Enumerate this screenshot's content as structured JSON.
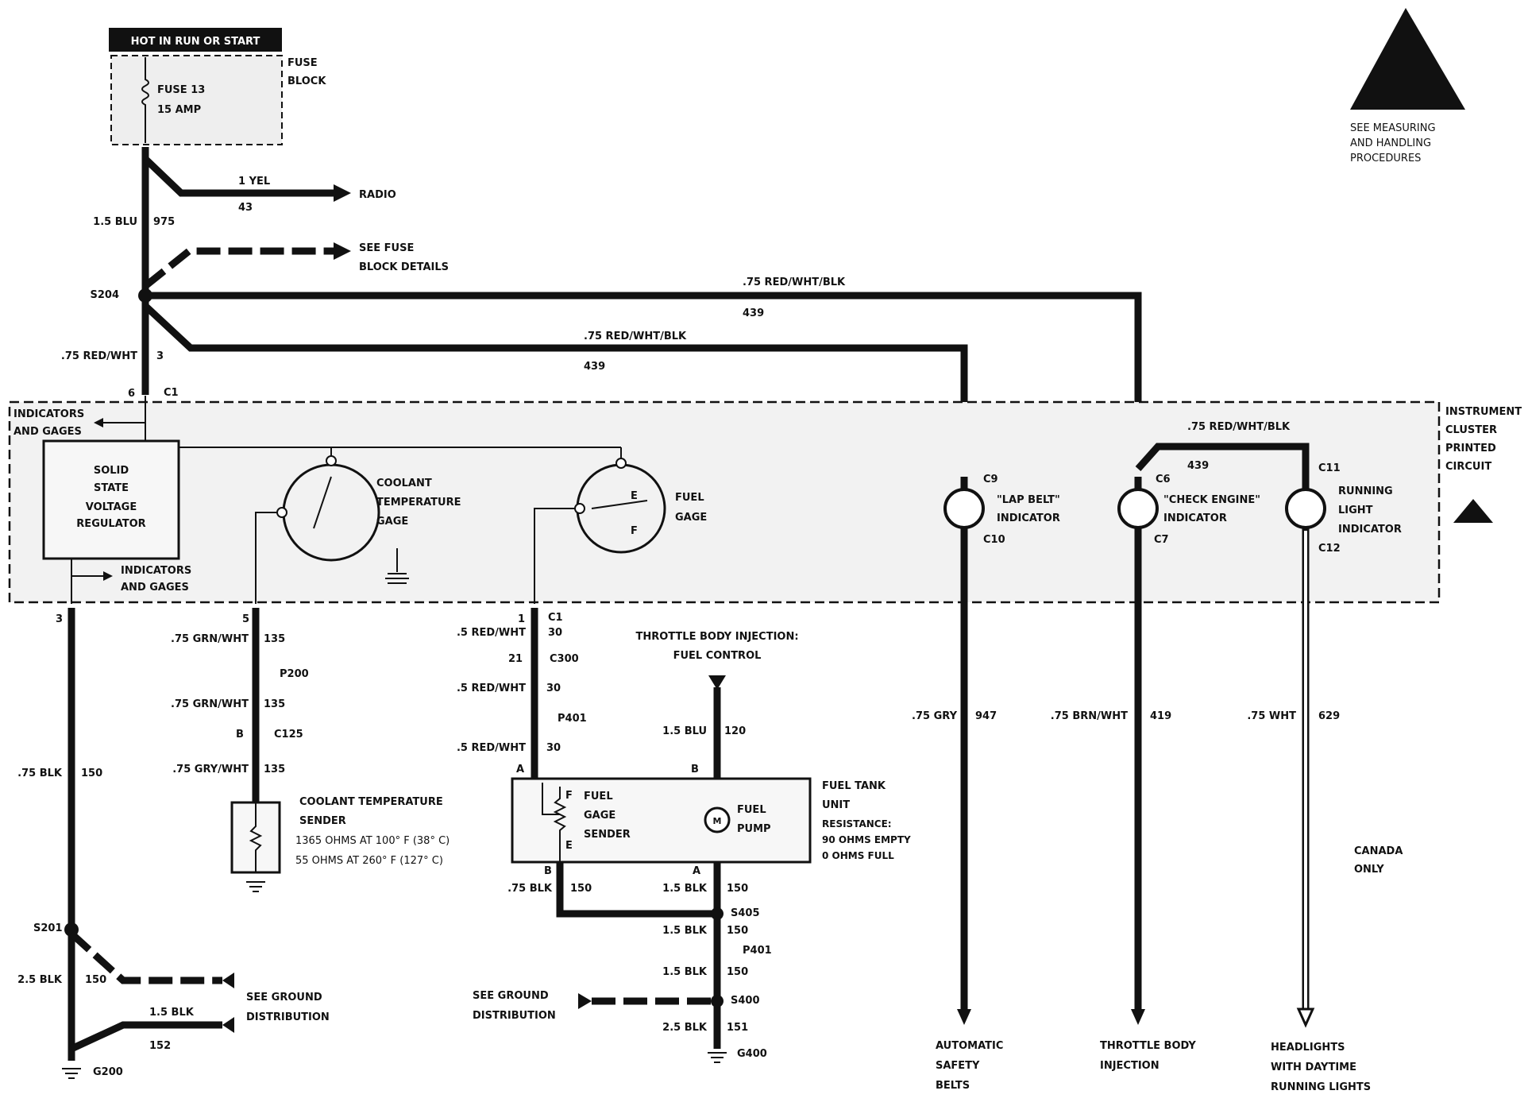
{
  "top": {
    "hot_label": "HOT IN RUN OR START",
    "fuse_block": [
      "FUSE",
      "BLOCK"
    ],
    "fuse_name": "FUSE 13",
    "fuse_rating": "15 AMP",
    "esd_note": [
      "SEE MEASURING",
      "AND HANDLING",
      "PROCEDURES"
    ]
  },
  "feed": {
    "wire_main": "1.5 BLU",
    "circuit_main": "975",
    "radio_wire": "1 YEL",
    "radio_circuit": "43",
    "radio_label": "RADIO",
    "fuse_details": [
      "SEE FUSE",
      "BLOCK DETAILS"
    ],
    "splice": "S204",
    "wire_upper": ".75 RED/WHT/BLK",
    "circuit_upper": "439",
    "wire_lower": ".75 RED/WHT/BLK",
    "circuit_lower": "439",
    "wire_to_c1": ".75 RED/WHT",
    "circuit_to_c1": "3",
    "c1_pin": "6",
    "c1": "C1"
  },
  "cluster": {
    "label": [
      "INSTRUMENT",
      "CLUSTER",
      "PRINTED",
      "CIRCUIT"
    ],
    "ind_gages_top": [
      "INDICATORS",
      "AND GAGES"
    ],
    "ind_gages_bottom": [
      "INDICATORS",
      "AND GAGES"
    ],
    "regulator": [
      "SOLID",
      "STATE",
      "VOLTAGE",
      "REGULATOR"
    ],
    "coolant_gage": [
      "COOLANT",
      "TEMPERATURE",
      "GAGE"
    ],
    "fuel_gage": [
      "FUEL",
      "GAGE"
    ],
    "lap_belt": {
      "top": "C9",
      "label": [
        "\"LAP BELT\"",
        "INDICATOR"
      ],
      "bottom": "C10"
    },
    "check_engine": {
      "top": "C6",
      "label": [
        "\"CHECK ENGINE\"",
        "INDICATOR"
      ],
      "bottom": "C7"
    },
    "running_light": {
      "top": "C11",
      "label": [
        "RUNNING",
        "LIGHT",
        "INDICATOR"
      ],
      "bottom": "C12"
    },
    "inner_wire": ".75 RED/WHT/BLK",
    "inner_circuit": "439",
    "fuel_e": "E",
    "fuel_f": "F"
  },
  "ground_branch": {
    "pin": "3",
    "wire": ".75 BLK",
    "circuit": "150",
    "splice": "S201",
    "wire2": "2.5 BLK",
    "circuit2": "150",
    "wire3": "1.5 BLK",
    "circuit3": "152",
    "see_ground": [
      "SEE GROUND",
      "DISTRIBUTION"
    ],
    "ground": "G200"
  },
  "coolant_branch": {
    "pin": "5",
    "wire1": ".75 GRN/WHT",
    "circuit1": "135",
    "p200": "P200",
    "wire2": ".75 GRN/WHT",
    "circuit2": "135",
    "pin_b": "B",
    "c125": "C125",
    "wire3": ".75 GRY/WHT",
    "circuit3": "135",
    "sender": [
      "COOLANT TEMPERATURE",
      "SENDER"
    ],
    "spec1": "1365 OHMS AT 100° F (38° C)",
    "spec2": "55 OHMS AT 260° F (127° C)"
  },
  "fuel_branch": {
    "pin1": "1",
    "c1": "C1",
    "c1_pin": "30",
    "wire1": ".5 RED/WHT",
    "pin21": "21",
    "c300": "C300",
    "wire2": ".5 RED/WHT",
    "circuit2": "30",
    "p401": "P401",
    "wire3": ".5 RED/WHT",
    "circuit3": "30",
    "pin_a": "A",
    "pin_b_top": "B",
    "tbi": [
      "THROTTLE BODY INJECTION:",
      "FUEL CONTROL"
    ],
    "tbi_wire": "1.5 BLU",
    "tbi_circuit": "120",
    "tank_unit": [
      "FUEL TANK",
      "UNIT"
    ],
    "resistance": [
      "RESISTANCE:",
      "90 OHMS EMPTY",
      "0 OHMS FULL"
    ],
    "sender": [
      "FUEL",
      "GAGE",
      "SENDER"
    ],
    "pump": [
      "FUEL",
      "PUMP"
    ],
    "motor": "M",
    "sender_f": "F",
    "sender_e": "E",
    "pin_b_bottom": "B",
    "pin_a_bottom": "A",
    "wire_b": ".75 BLK",
    "circuit_b": "150",
    "wire_a": "1.5 BLK",
    "circuit_a": "150",
    "splice405": "S405",
    "wire4": "1.5 BLK",
    "circuit4": "150",
    "p401b": "P401",
    "wire5": "1.5 BLK",
    "circuit5": "150",
    "splice400": "S400",
    "see_ground": [
      "SEE GROUND",
      "DISTRIBUTION"
    ],
    "wire6": "2.5 BLK",
    "circuit6": "151",
    "ground": "G400"
  },
  "outputs": {
    "lap_wire": ".75 GRY",
    "lap_circuit": "947",
    "lap_dest": [
      "AUTOMATIC",
      "SAFETY",
      "BELTS"
    ],
    "check_wire": ".75 BRN/WHT",
    "check_circuit": "419",
    "check_dest": [
      "THROTTLE BODY",
      "INJECTION"
    ],
    "run_wire": ".75 WHT",
    "run_circuit": "629",
    "run_dest": [
      "HEADLIGHTS",
      "WITH DAYTIME",
      "RUNNING LIGHTS"
    ],
    "canada": [
      "CANADA",
      "ONLY"
    ]
  }
}
